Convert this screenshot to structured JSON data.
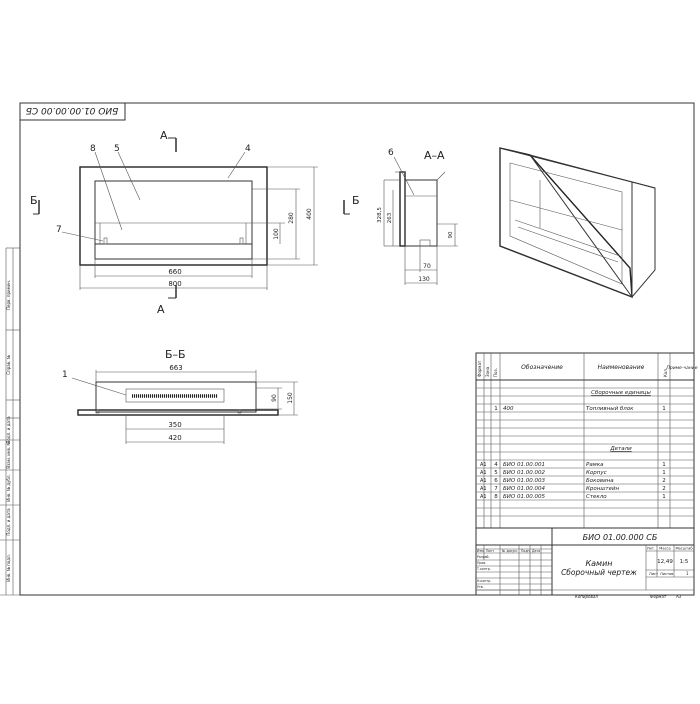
{
  "stamp_code": "БИО 01.00.00.00 СБ",
  "view_aa": "А–А",
  "view_bb": "Б–Б",
  "cut_a": "А",
  "cut_b": "Б",
  "front": {
    "callouts": [
      "8",
      "5",
      "4",
      "7"
    ],
    "dims": {
      "w_inner": "660",
      "w_outer": "800",
      "h_inner": "100",
      "h_mid": "280",
      "h_outer": "400"
    }
  },
  "section": {
    "callout": "6",
    "dims": {
      "h1": "328,5",
      "h2": "263",
      "h3": "90",
      "w1": "70",
      "w2": "130"
    }
  },
  "plan": {
    "callout": "1",
    "dims": {
      "w_top": "663",
      "w_mid": "350",
      "w_bot": "420",
      "h1": "90",
      "h2": "150"
    }
  },
  "side_labels": [
    "Подп. и дата",
    "Инв. № дубл.",
    "Взам. инв. №",
    "Подп. и дата",
    "Инв. № подл.",
    "Справ. №",
    "Перв. примен."
  ],
  "spec": {
    "headers": [
      "Формат",
      "Зона",
      "Поз.",
      "Обозначение",
      "Наименование",
      "Кол.",
      "Приме-чание"
    ],
    "section_units": "Сборочные единицы",
    "section_parts": "Детали",
    "unit_rows": [
      {
        "fmt": "",
        "pos": "1",
        "code": "400",
        "name": "Топливный блок",
        "qty": "1"
      }
    ],
    "part_rows": [
      {
        "fmt": "А1",
        "pos": "4",
        "code": "БИО 01.00.001",
        "name": "Рамка",
        "qty": "1"
      },
      {
        "fmt": "А1",
        "pos": "5",
        "code": "БИО 01.00.002",
        "name": "Корпус",
        "qty": "1"
      },
      {
        "fmt": "А1",
        "pos": "6",
        "code": "БИО 01.00.003",
        "name": "Боковина",
        "qty": "2"
      },
      {
        "fmt": "А1",
        "pos": "7",
        "code": "БИО 01.00.004",
        "name": "Кронштейн",
        "qty": "2"
      },
      {
        "fmt": "А1",
        "pos": "8",
        "code": "БИО 01.00.005",
        "name": "Стекло",
        "qty": "1"
      }
    ]
  },
  "title_block": {
    "code": "БИО 01.00.000 СБ",
    "name1": "Камин",
    "name2": "Сборочный чертеж",
    "lit": "Лит.",
    "mass_label": "Масса",
    "scale_label": "Масштаб",
    "mass": "12,49",
    "scale": "1:5",
    "sheet": "Лист",
    "sheets": "Листов",
    "sheets_val": "1",
    "rows": [
      "Изм.",
      "Лист",
      "№ докум.",
      "Подп.",
      "Дата",
      "Разраб.",
      "Пров.",
      "Т.контр.",
      "Н.контр.",
      "Утв."
    ],
    "copied": "Копировал",
    "format": "Формат",
    "format_val": "А3"
  }
}
